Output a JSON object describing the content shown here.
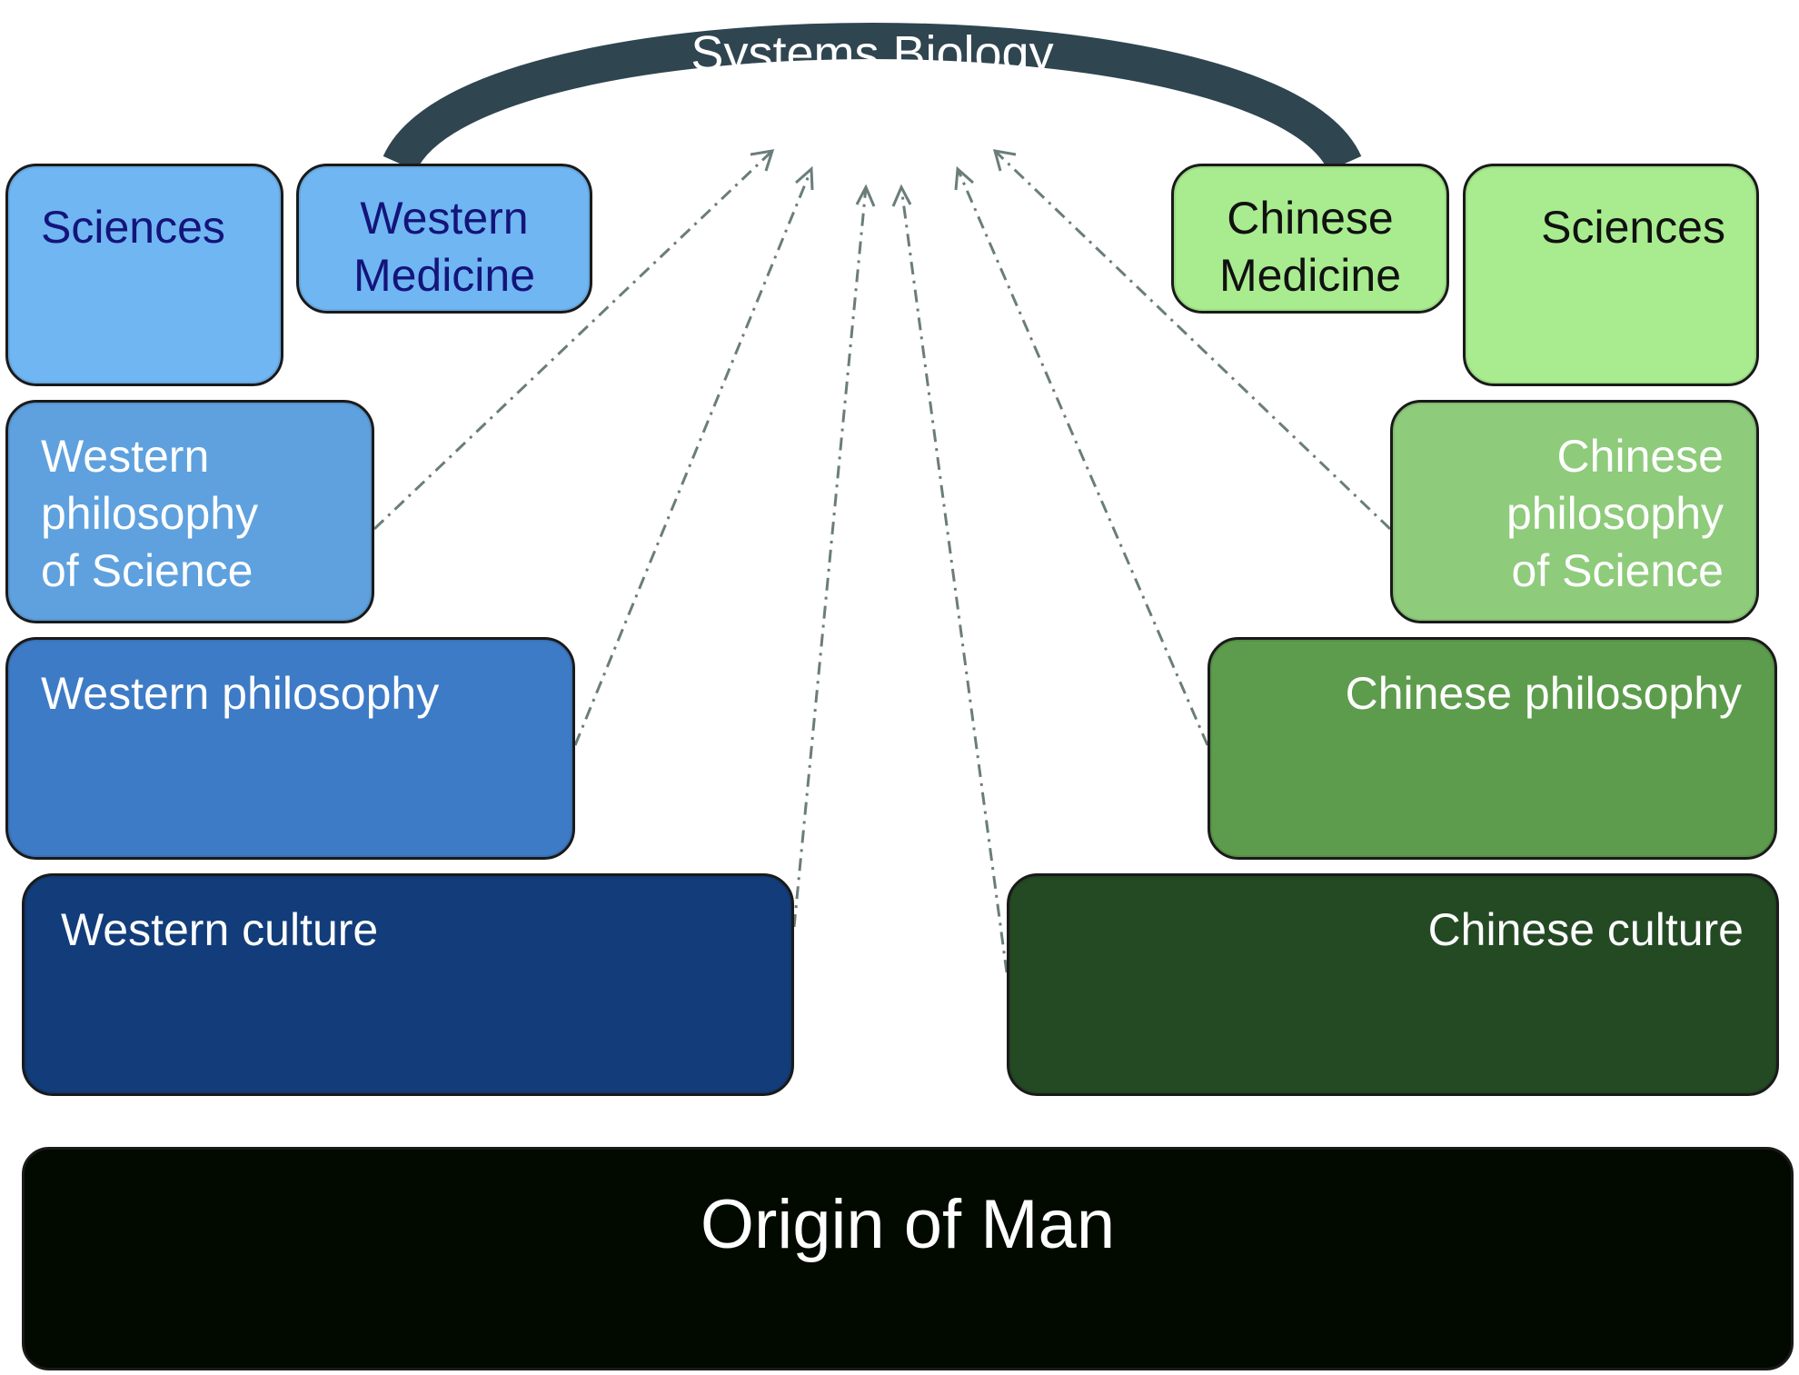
{
  "title": "Systems Biology",
  "colors": {
    "arch": "#2f4550",
    "arrow": "#6a7d7b",
    "western_light": "#6fb6f2",
    "western_dark": "#123d7a",
    "chinese_light": "#a8ec8f",
    "chinese_dark": "#244a24",
    "origin": "#020a00"
  },
  "western": {
    "sciences": "Sciences",
    "medicine": "Western\nMedicine",
    "philosophy_of_science": "Western\nphilosophy\nof Science",
    "philosophy": "Western philosophy",
    "culture": "Western culture"
  },
  "chinese": {
    "medicine": "Chinese\nMedicine",
    "sciences": "Sciences",
    "philosophy_of_science": "Chinese\nphilosophy\nof Science",
    "philosophy": "Chinese philosophy",
    "culture": "Chinese culture"
  },
  "base": "Origin of Man",
  "arrow_style": "dash-dot with open arrowhead"
}
